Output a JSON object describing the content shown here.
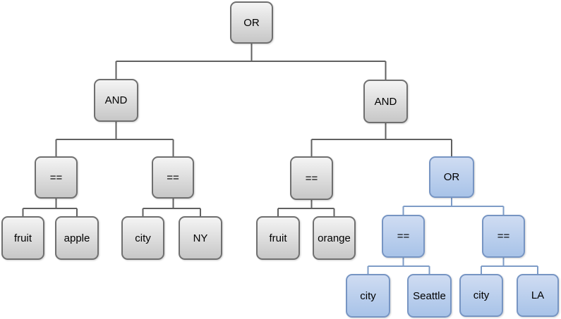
{
  "colors": {
    "background": "#ffffff",
    "text": "#000000",
    "gray_node_top": "#f4f4f4",
    "gray_node_bottom": "#c7c7c7",
    "gray_node_border": "#6f6f6f",
    "gray_connector": "#616161",
    "blue_node_top": "#cfdcf2",
    "blue_node_bottom": "#a8c3e8",
    "blue_node_border": "#7795c3",
    "blue_connector": "#7e9cc7"
  },
  "tree": {
    "root": {
      "label": "OR",
      "theme": "gray",
      "children": [
        {
          "label": "AND",
          "theme": "gray",
          "children": [
            {
              "label": "==",
              "theme": "gray",
              "children": [
                {
                  "label": "fruit",
                  "theme": "gray"
                },
                {
                  "label": "apple",
                  "theme": "gray"
                }
              ]
            },
            {
              "label": "==",
              "theme": "gray",
              "children": [
                {
                  "label": "city",
                  "theme": "gray"
                },
                {
                  "label": "NY",
                  "theme": "gray"
                }
              ]
            }
          ]
        },
        {
          "label": "AND",
          "theme": "gray",
          "children": [
            {
              "label": "==",
              "theme": "gray",
              "children": [
                {
                  "label": "fruit",
                  "theme": "gray"
                },
                {
                  "label": "orange",
                  "theme": "gray"
                }
              ]
            },
            {
              "label": "OR",
              "theme": "blue",
              "children": [
                {
                  "label": "==",
                  "theme": "blue",
                  "children": [
                    {
                      "label": "city",
                      "theme": "blue"
                    },
                    {
                      "label": "Seattle",
                      "theme": "blue"
                    }
                  ]
                },
                {
                  "label": "==",
                  "theme": "blue",
                  "children": [
                    {
                      "label": "city",
                      "theme": "blue"
                    },
                    {
                      "label": "LA",
                      "theme": "blue"
                    }
                  ]
                }
              ]
            }
          ]
        }
      ]
    }
  }
}
